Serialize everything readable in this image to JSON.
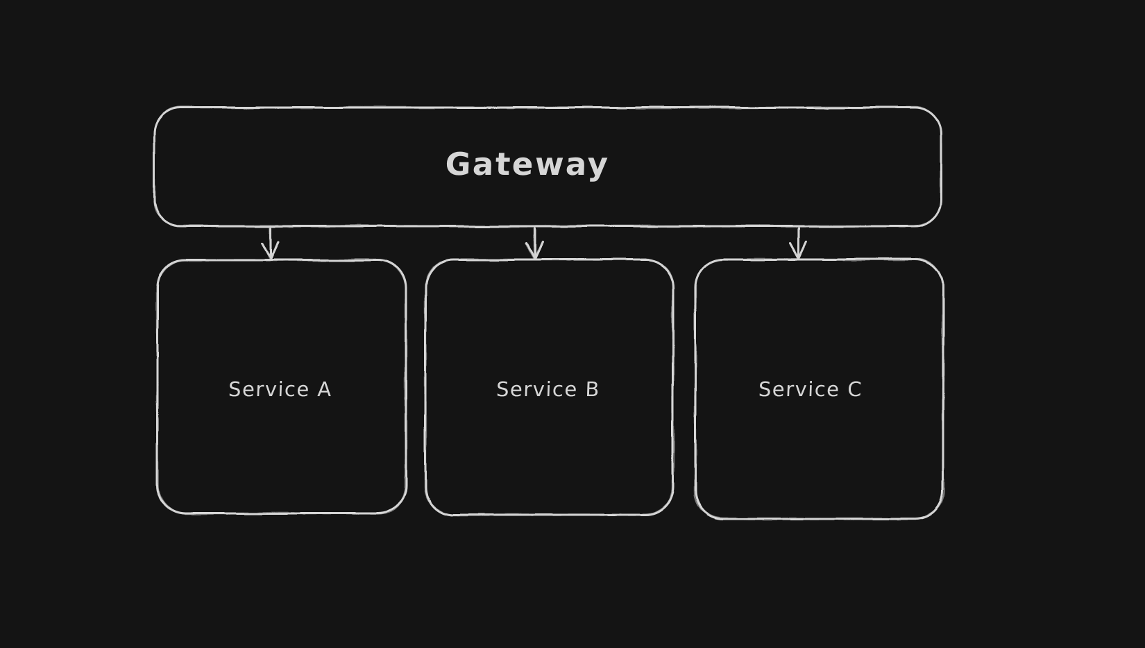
{
  "diagram": {
    "style": "hand-drawn",
    "background_color": "#141414",
    "stroke_color": "#d9d9d9",
    "text_color": "#d6d6d6",
    "nodes": [
      {
        "id": "gateway",
        "label": "Gateway",
        "shape": "rounded-rectangle"
      },
      {
        "id": "service-a",
        "label": "Service A",
        "shape": "rounded-rectangle"
      },
      {
        "id": "service-b",
        "label": "Service B",
        "shape": "rounded-rectangle"
      },
      {
        "id": "service-c",
        "label": "Service C",
        "shape": "rounded-rectangle"
      }
    ],
    "edges": [
      {
        "from": "Gateway",
        "to": "Service A",
        "type": "arrow-down"
      },
      {
        "from": "Gateway",
        "to": "Service B",
        "type": "arrow-down"
      },
      {
        "from": "Gateway",
        "to": "Service C",
        "type": "arrow-down"
      }
    ]
  }
}
